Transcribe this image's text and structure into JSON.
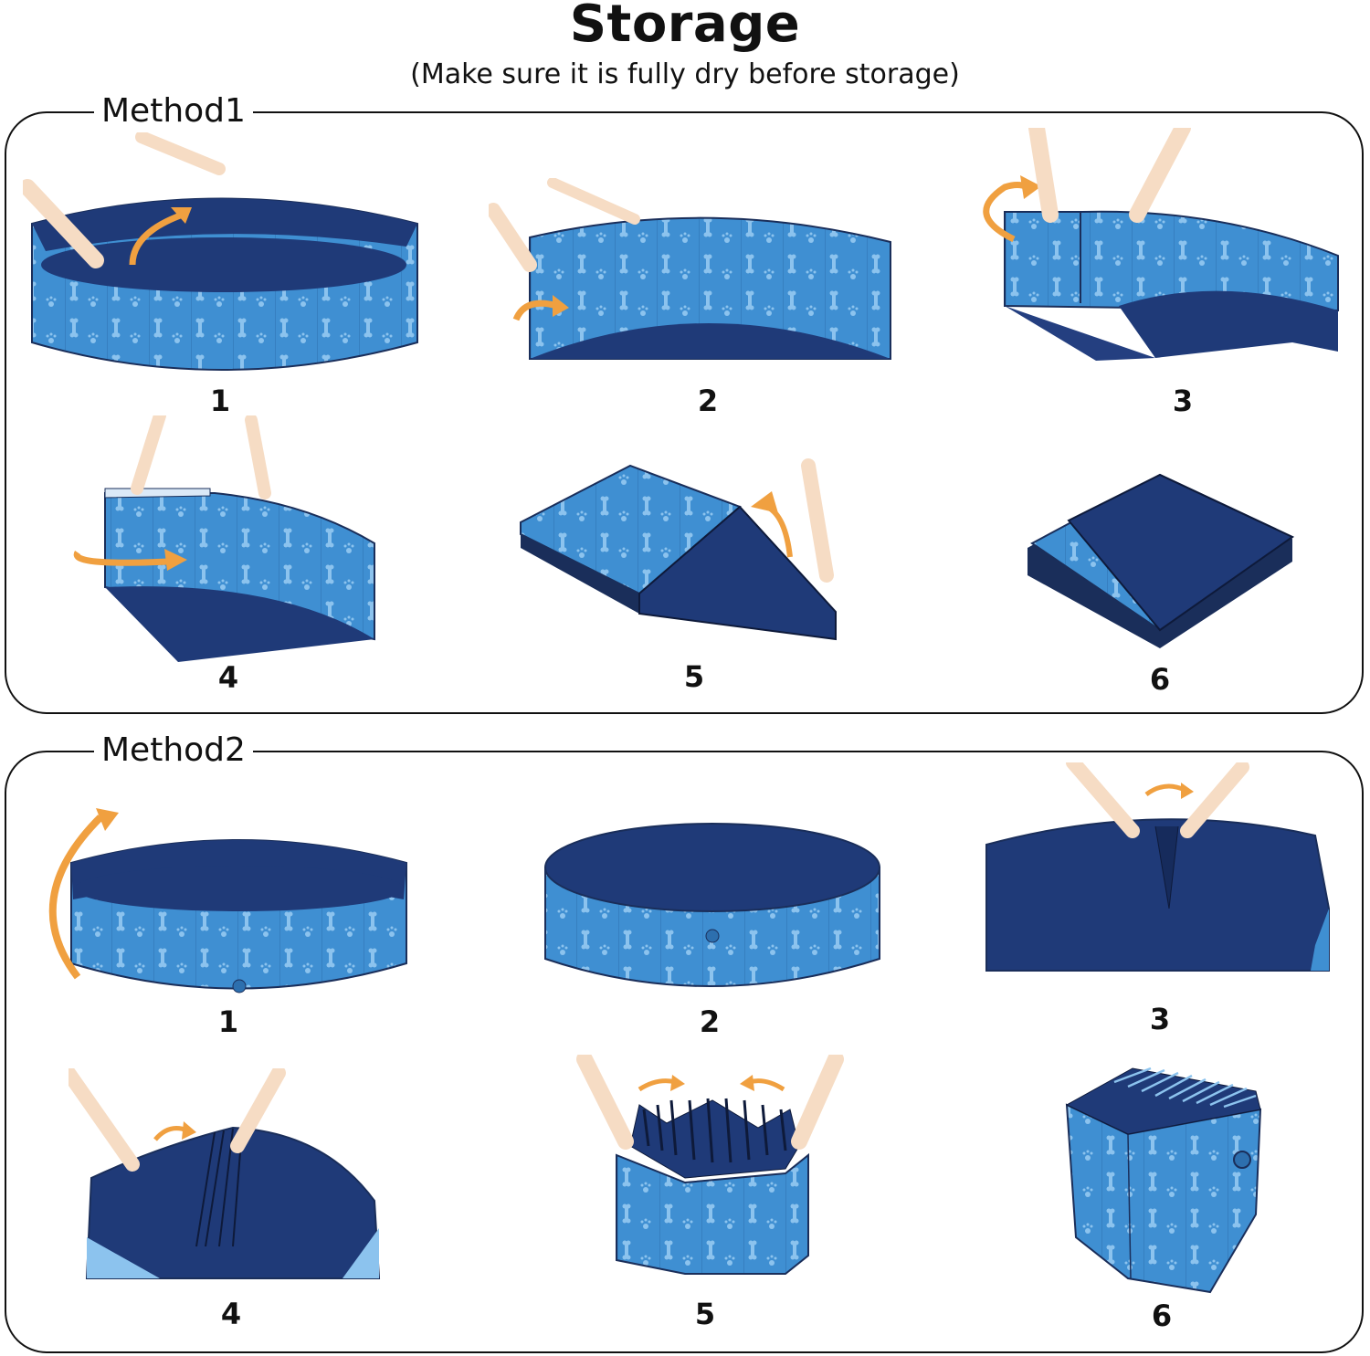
{
  "header": {
    "title": "Storage",
    "subtitle": "(Make sure it is fully dry before storage)"
  },
  "methods": [
    {
      "label": "Method1",
      "steps": [
        {
          "number": "1",
          "description": "Open round pool, hands lift rim, orange arrow upward"
        },
        {
          "number": "2",
          "description": "Fold wall inward, orange arrow curl"
        },
        {
          "number": "3",
          "description": "Fold panel over, orange arrow around"
        },
        {
          "number": "4",
          "description": "Continue folding panels, orange arrow to right"
        },
        {
          "number": "5",
          "description": "Stacked folded panels, fold floor up, orange arrow"
        },
        {
          "number": "6",
          "description": "Fully folded flat stack"
        }
      ]
    },
    {
      "label": "Method2",
      "steps": [
        {
          "number": "1",
          "description": "Round pool, orange arrow flip over"
        },
        {
          "number": "2",
          "description": "Pool upside down, floor on top"
        },
        {
          "number": "3",
          "description": "Pinch floor in center, orange arrow"
        },
        {
          "number": "4",
          "description": "Pleat floor into folds, orange arrow"
        },
        {
          "number": "5",
          "description": "Gather pleats together, orange arrows inward"
        },
        {
          "number": "6",
          "description": "Compact pleated bundle"
        }
      ]
    }
  ],
  "colors": {
    "pool_outer": "#3f8fd2",
    "pool_inner": "#1f3a78",
    "arrow": "#f0a040",
    "skin": "#f6dcc4",
    "border": "#111111"
  }
}
